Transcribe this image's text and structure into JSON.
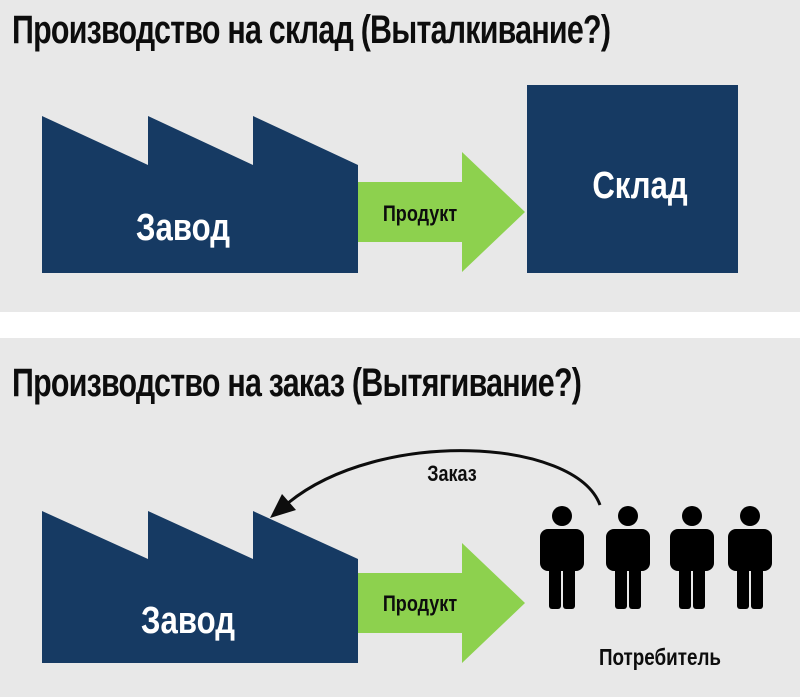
{
  "push": {
    "title": "Производство на склад (Выталкивание?)",
    "factory_label": "Завод",
    "product_label": "Продукт",
    "warehouse_label": "Склад"
  },
  "pull": {
    "title": "Производство на заказ (Вытягивание?)",
    "order_label": "Заказ",
    "factory_label": "Завод",
    "product_label": "Продукт",
    "consumer_label": "Потребитель"
  },
  "colors": {
    "navy": "#163a63",
    "green": "#8dd14e",
    "panel": "#e8e8e8",
    "text": "#0d0d0d"
  },
  "icons": [
    "factory-icon",
    "arrow-right-icon",
    "curved-arrow-icon",
    "person-icon"
  ]
}
